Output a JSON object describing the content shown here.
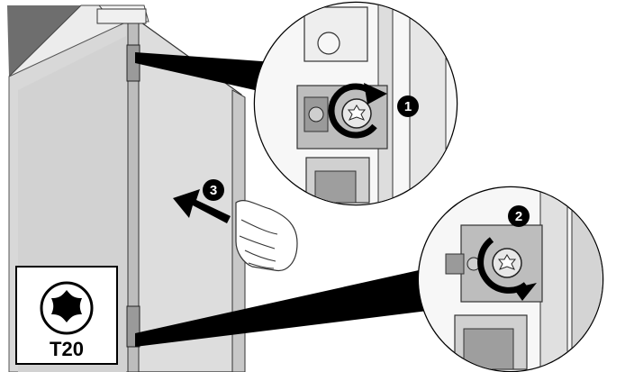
{
  "steps": {
    "step1": "1",
    "step2": "2",
    "step3": "3"
  },
  "tool": {
    "icon": "torx-icon",
    "label": "T20"
  },
  "colors": {
    "panel_gray": "#d6d6d6",
    "panel_dark": "#bdbdbd",
    "frame_gray": "#9a9a9a",
    "outline": "#000000",
    "background": "#ffffff"
  }
}
